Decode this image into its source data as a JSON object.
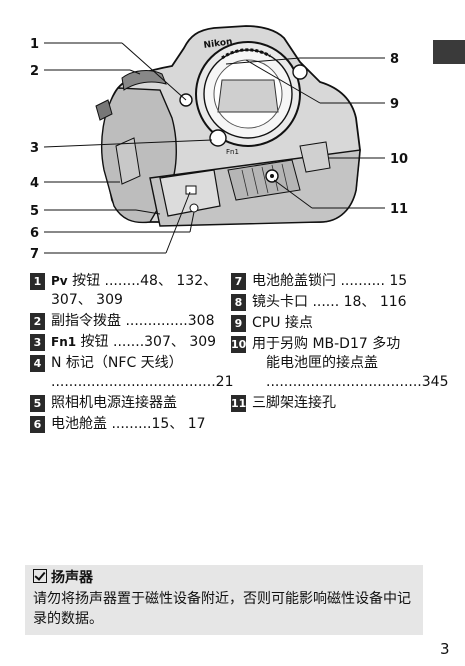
{
  "callouts": [
    "1",
    "2",
    "3",
    "4",
    "5",
    "6",
    "7",
    "8",
    "9",
    "10",
    "11"
  ],
  "camera_brand": "Nikon",
  "fn1_small": "Fn1",
  "left_items": [
    {
      "num": "1",
      "key": "Pv",
      "text": " 按钮 ........48、 132、",
      "cont": "307、 309"
    },
    {
      "num": "2",
      "key": "",
      "text": "副指令拨盘 ..............308",
      "cont": ""
    },
    {
      "num": "3",
      "key": "Fn1",
      "text": " 按钮 .......307、 309",
      "cont": ""
    },
    {
      "num": "4",
      "key": "",
      "text": "N 标记（NFC 天线）",
      "cont": ".....................................21"
    },
    {
      "num": "5",
      "key": "",
      "text": "照相机电源连接器盖",
      "cont": ""
    },
    {
      "num": "6",
      "key": "",
      "text": "电池舱盖 .........15、 17",
      "cont": ""
    }
  ],
  "right_items": [
    {
      "num": "7",
      "text": "电池舱盖锁闩 .......... 15",
      "cont": ""
    },
    {
      "num": "8",
      "text": "镜头卡口 ...... 18、 116",
      "cont": ""
    },
    {
      "num": "9",
      "text": "CPU 接点",
      "cont": ""
    },
    {
      "num": "10",
      "text": "用于另购 MB-D17 多功",
      "cont": "能电池匣的接点盖",
      "cont2": "...................................345"
    },
    {
      "num": "11",
      "text": "三脚架连接孔",
      "cont": ""
    }
  ],
  "note": {
    "title": "扬声器",
    "body": "请勿将扬声器置于磁性设备附近，否则可能影响磁性设备中记录的数据。"
  },
  "page_number": "3"
}
